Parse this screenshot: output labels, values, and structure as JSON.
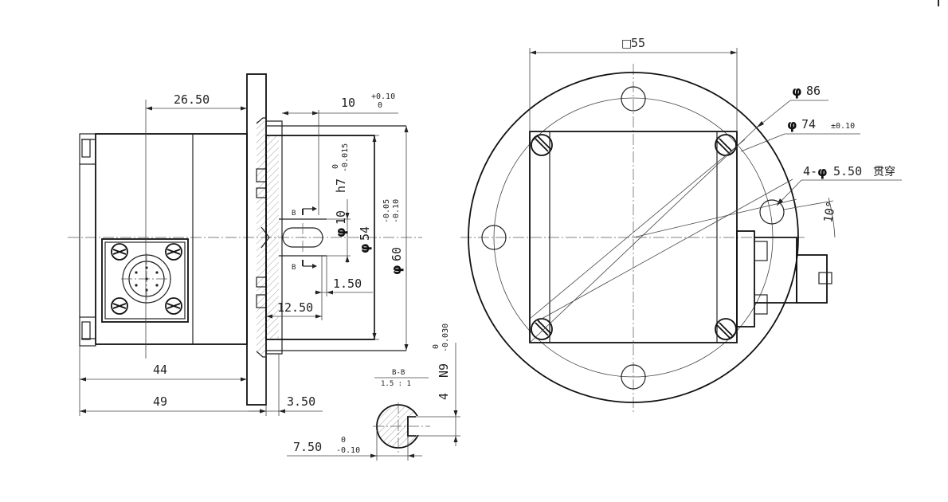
{
  "side_view": {
    "dim_26_50": "26.50",
    "dim_10": "10",
    "dim_10_tol_upper": "+0.10",
    "dim_10_tol_lower": "0",
    "dim_h7": "h7",
    "dim_h7_tol_upper": "0",
    "dim_h7_tol_lower": "-0.015",
    "dim_phi10_value": "10",
    "dim_phi54_value": "54",
    "dim_phi60_value": "60",
    "dim_phi60_tol_upper": "-0.05",
    "dim_phi60_tol_lower": "-0.10",
    "dim_1_50": "1.50",
    "dim_12_50": "12.50",
    "dim_44": "44",
    "dim_49": "49",
    "dim_3_50": "3.50",
    "section_mark_top": "B",
    "section_mark_bottom": "B"
  },
  "section_view": {
    "title": "B-B",
    "scale": "1.5 : 1",
    "dim_4": "4",
    "dim_N9": "N9",
    "dim_N9_tol_upper": "0",
    "dim_N9_tol_lower": "-0.030",
    "dim_7_50": "7.50",
    "dim_7_50_tol_upper": "0",
    "dim_7_50_tol_lower": "-0.10"
  },
  "front_view": {
    "dim_square": "55",
    "dim_phi86_value": "86",
    "dim_phi74_value": "74",
    "dim_phi74_tol": "±0.10",
    "hole_count_prefix": "4-",
    "hole_diameter_value": "5.50",
    "hole_note": "贯穿",
    "angle_label": "10°"
  },
  "symbols": {
    "diameter": "φ",
    "square": "□"
  }
}
